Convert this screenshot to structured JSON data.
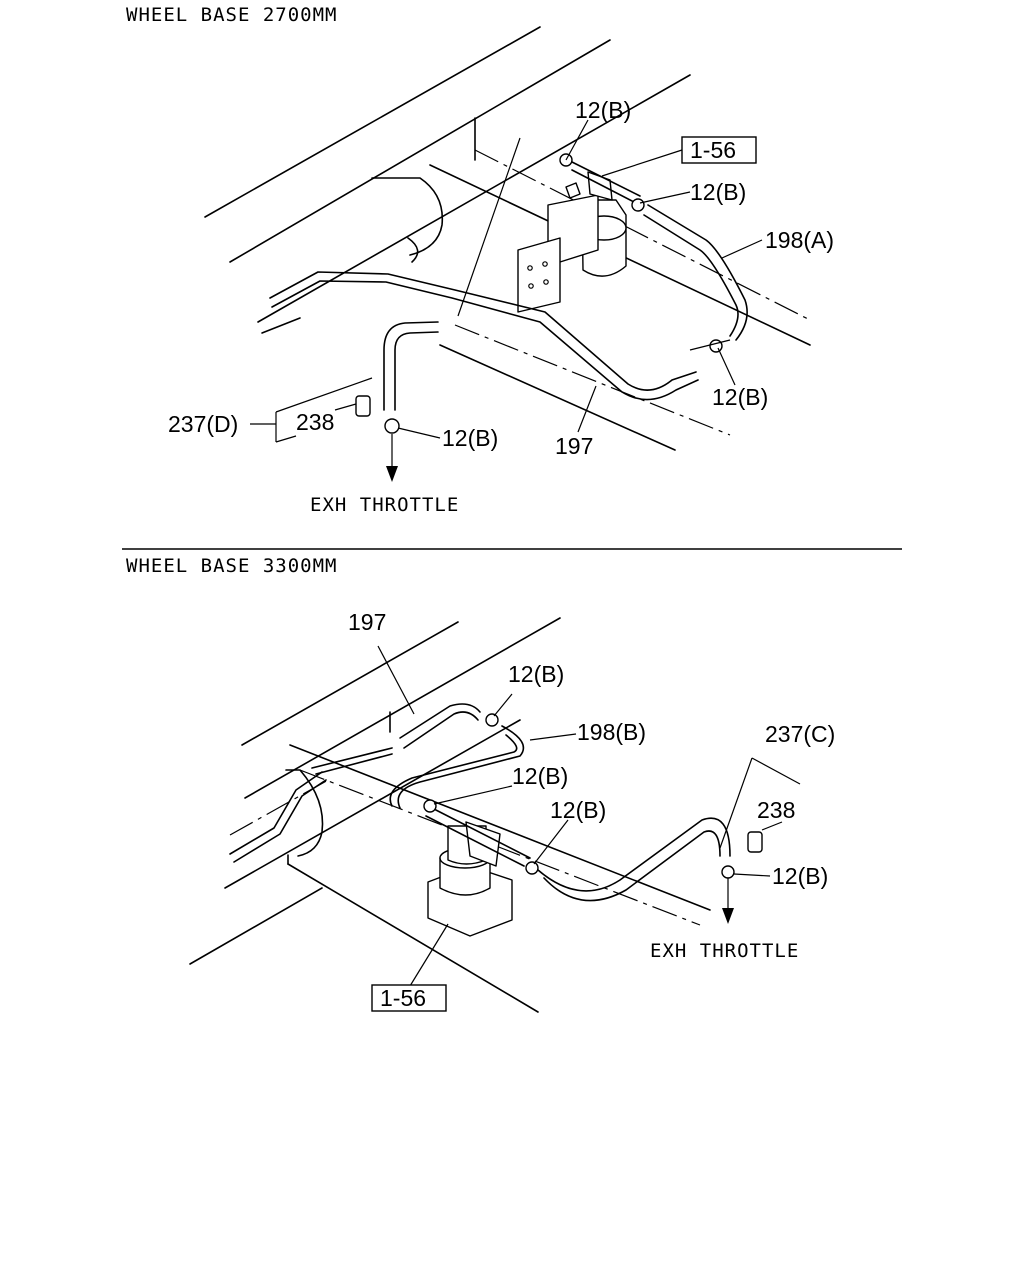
{
  "section_top": {
    "heading": "WHEEL BASE 2700MM",
    "callouts": {
      "clip_a": "12(B)",
      "ref_box": "1-56",
      "clip_b": "12(B)",
      "hose_a": "198(A)",
      "clip_c": "12(B)",
      "pipe": "197",
      "clip_d": "12(B)",
      "hose_d": "237(D)",
      "clip_238": "238"
    },
    "destination": "EXH THROTTLE"
  },
  "section_bottom": {
    "heading": "WHEEL BASE 3300MM",
    "callouts": {
      "pipe": "197",
      "clip_a": "12(B)",
      "hose_b": "198(B)",
      "clip_b": "12(B)",
      "clip_c": "12(B)",
      "hose_c": "237(C)",
      "clip_238": "238",
      "clip_d": "12(B)",
      "ref_box": "1-56"
    },
    "destination": "EXH THROTTLE"
  }
}
